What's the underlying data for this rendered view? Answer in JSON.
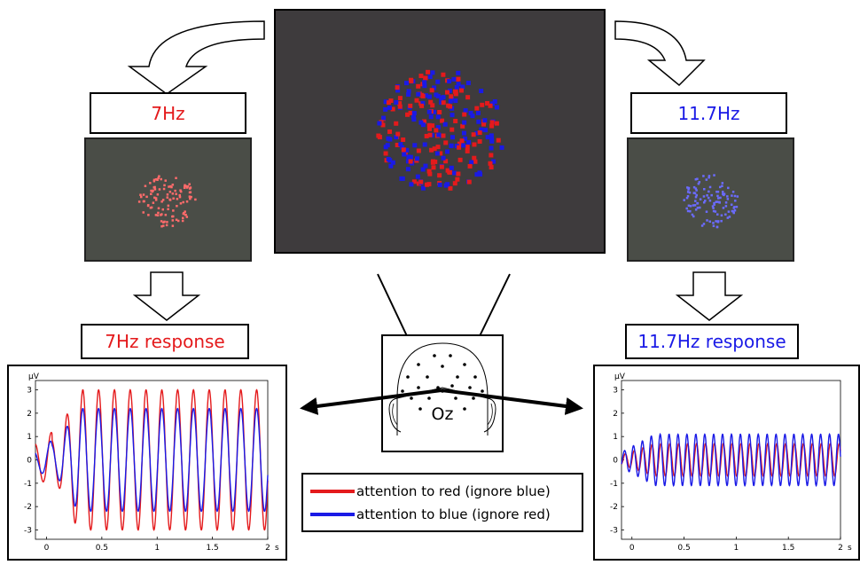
{
  "left": {
    "freq_label": "7Hz",
    "response_label": "7Hz response",
    "color": "#e41a1c"
  },
  "right": {
    "freq_label": "11.7Hz",
    "response_label": "11.7Hz response",
    "color": "#1a1ae6"
  },
  "head": {
    "electrode_label": "Oz"
  },
  "legend": {
    "items": [
      {
        "label": "attention to red (ignore blue)",
        "color": "#e41a1c"
      },
      {
        "label": "attention to blue (ignore red)",
        "color": "#1a1ae6"
      }
    ]
  },
  "colors": {
    "screen_bg": "#3e3b3d",
    "small_screen_bg": "#4a4d47",
    "red": "#e41a1c",
    "blue": "#1a1ae6"
  },
  "chart_data": [
    {
      "type": "line",
      "ylabel": "µV",
      "xlabel": "s",
      "xlim": [
        -0.1,
        2.0
      ],
      "ylim": [
        -3.4,
        3.4
      ],
      "x_ticks": [
        "0",
        "0.5",
        "1",
        "1.5",
        "2"
      ],
      "y_ticks": [
        "3",
        "2",
        "1",
        "0",
        "-1",
        "-2",
        "-3"
      ],
      "series": [
        {
          "label": "attention to red (ignore blue)",
          "color": "#e41a1c",
          "frequency_hz": 7,
          "peak_amplitude": 3.0
        },
        {
          "label": "attention to blue (ignore red)",
          "color": "#1a1ae6",
          "frequency_hz": 7,
          "peak_amplitude": 2.2
        }
      ]
    },
    {
      "type": "line",
      "ylabel": "µV",
      "xlabel": "s",
      "xlim": [
        -0.1,
        2.0
      ],
      "ylim": [
        -3.4,
        3.4
      ],
      "x_ticks": [
        "0",
        "0.5",
        "1",
        "1.5",
        "2"
      ],
      "y_ticks": [
        "3",
        "2",
        "1",
        "0",
        "-1",
        "-2",
        "-3"
      ],
      "series": [
        {
          "label": "attention to red (ignore blue)",
          "color": "#e41a1c",
          "frequency_hz": 11.7,
          "peak_amplitude": 0.7
        },
        {
          "label": "attention to blue (ignore red)",
          "color": "#1a1ae6",
          "frequency_hz": 11.7,
          "peak_amplitude": 1.1
        }
      ]
    }
  ]
}
